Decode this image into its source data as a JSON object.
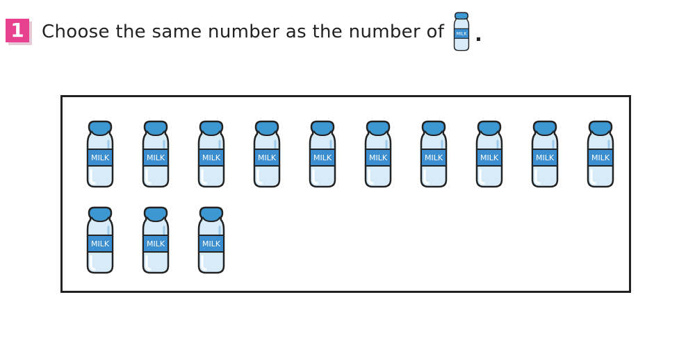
{
  "question": {
    "number": "1",
    "text": "Choose the same number as the number of",
    "period": ".",
    "icon": "milk-bottle-icon"
  },
  "bottles": {
    "label": "MILK",
    "count": 13,
    "colors": {
      "cap": "#3d97d0",
      "label_band": "#3b8fd0",
      "glass": "#d7ecf8",
      "outline": "#222222"
    }
  },
  "accent_color": "#e8418f"
}
